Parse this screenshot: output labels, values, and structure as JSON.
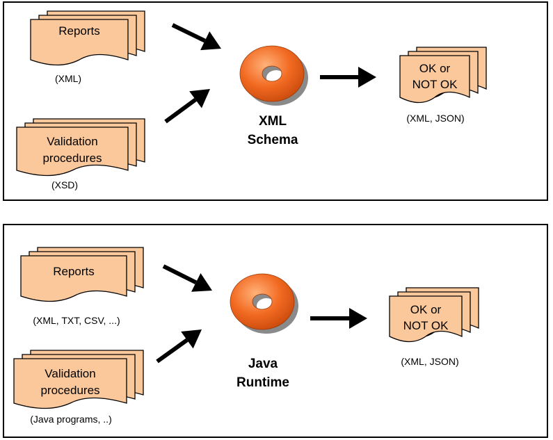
{
  "panels": [
    {
      "inputs": [
        {
          "lines": [
            "Reports"
          ],
          "caption": "(XML)"
        },
        {
          "lines": [
            "Validation",
            "procedures"
          ],
          "caption": "(XSD)"
        }
      ],
      "engine": [
        "XML",
        "Schema"
      ],
      "output": {
        "lines": [
          "OK or",
          "NOT OK"
        ],
        "caption": "(XML, JSON)"
      }
    },
    {
      "inputs": [
        {
          "lines": [
            "Reports"
          ],
          "caption": "(XML, TXT, CSV, ...)"
        },
        {
          "lines": [
            "Validation",
            "procedures"
          ],
          "caption": "(Java programs, ..)"
        }
      ],
      "engine": [
        "Java",
        "Runtime"
      ],
      "output": {
        "lines": [
          "OK or",
          "NOT OK"
        ],
        "caption": "(XML, JSON)"
      }
    }
  ],
  "colors": {
    "document_fill": "#FAC89B",
    "ring_fill": "#F26A22",
    "ring_shadow": "#8A8A8A",
    "arrow": "#000000"
  }
}
